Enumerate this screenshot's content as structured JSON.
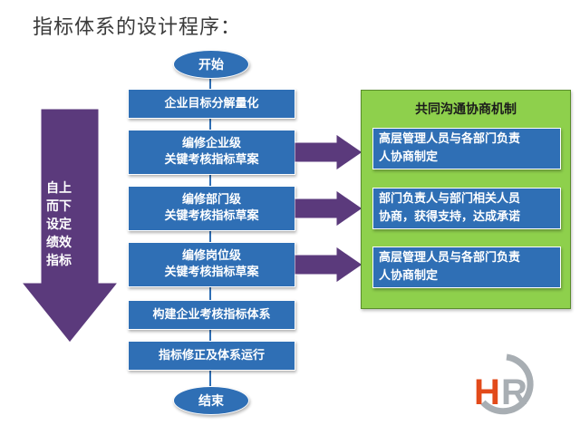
{
  "title": "指标体系的设计程序：",
  "flow": {
    "start": "开始",
    "end": "结束",
    "steps": [
      {
        "lines": [
          "企业目标分解量化"
        ]
      },
      {
        "lines": [
          "编修企业级",
          "关键考核指标草案"
        ]
      },
      {
        "lines": [
          "编修部门级",
          "关键考核指标草案"
        ]
      },
      {
        "lines": [
          "编修岗位级",
          "关键考核指标草案"
        ]
      },
      {
        "lines": [
          "构建企业考核指标体系"
        ]
      },
      {
        "lines": [
          "指标修正及体系运行"
        ]
      }
    ]
  },
  "side_arrow": {
    "lines": [
      "自上",
      "而下",
      "设定",
      "绩效",
      "指标"
    ],
    "color": "#5b3a7c"
  },
  "mechanism": {
    "title": "共同沟通协商机制",
    "items": [
      {
        "lines": [
          "高层管理人员与各部门负责",
          "人协商制定"
        ]
      },
      {
        "lines": [
          "部门负责人与部门相关人员",
          "协商，获得支持，达成承诺"
        ]
      },
      {
        "lines": [
          "高层管理人员与各部门负责",
          "人协商制定"
        ]
      }
    ]
  },
  "logo": {
    "text": "HR",
    "colors": {
      "h": "#e24a1a",
      "r": "#a8aeb3"
    }
  },
  "colors": {
    "box_blue": "#2f6fb5",
    "panel_green": "#8ed04c",
    "arrow_purple": "#5b3a7c"
  }
}
